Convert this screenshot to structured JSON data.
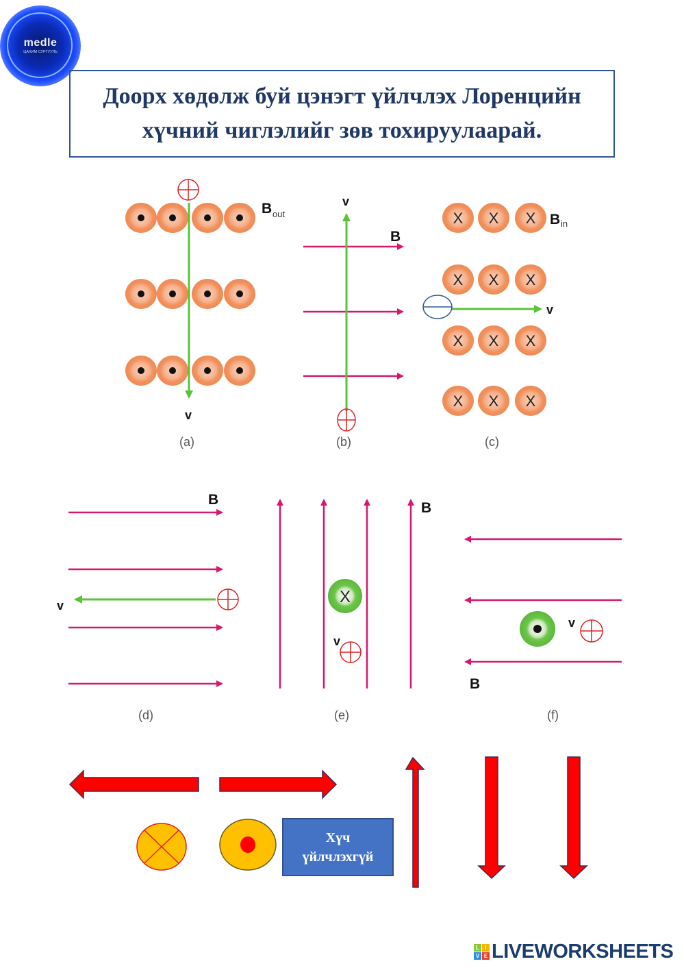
{
  "logo": {
    "name": "medle",
    "subtitle": "ЦАХИМ СУРГУУЛЬ"
  },
  "title": {
    "line1": "Доорх хөдөлж буй цэнэгт үйлчлэх Лоренцийн",
    "line2": "хүчний чиглэлийг зөв тохируулаарай."
  },
  "colors": {
    "field_line": "#d6176e",
    "velocity": "#5cc13a",
    "field_dot_ring": "#f2925e",
    "positive_charge": "#e02020",
    "negative_charge": "#2f5597",
    "answer_arrow": "#ff0000",
    "answer_circle": "#ffc000",
    "answer_box": "#4472c4",
    "title": "#1f3864"
  },
  "diagrams": [
    {
      "id": "a",
      "caption": "(a)",
      "field_label": "B",
      "field_sub": "out",
      "velocity_label": "v",
      "charge": "positive",
      "field_direction": "out-of-page",
      "velocity_direction": "down"
    },
    {
      "id": "b",
      "caption": "(b)",
      "field_label": "B",
      "velocity_label": "v",
      "charge": "positive",
      "field_direction": "right",
      "velocity_direction": "up"
    },
    {
      "id": "c",
      "caption": "(c)",
      "field_label": "B",
      "field_sub": "in",
      "velocity_label": "v",
      "charge": "negative",
      "field_direction": "into-page",
      "velocity_direction": "right"
    },
    {
      "id": "d",
      "caption": "(d)",
      "field_label": "B",
      "velocity_label": "v",
      "charge": "positive",
      "field_direction": "right",
      "velocity_direction": "left"
    },
    {
      "id": "e",
      "caption": "(e)",
      "field_label": "B",
      "velocity_label": "v",
      "charge": "positive",
      "field_direction": "up",
      "velocity_direction": "into-page"
    },
    {
      "id": "f",
      "caption": "(f)",
      "field_label": "B",
      "velocity_label": "v",
      "charge": "positive",
      "field_direction": "left",
      "velocity_direction": "out-of-page"
    }
  ],
  "symbols": {
    "cross": "X",
    "plus": "+",
    "minus": "−"
  },
  "answers": [
    {
      "id": "left-arrow",
      "direction": "left"
    },
    {
      "id": "right-arrow",
      "direction": "right"
    },
    {
      "id": "into-page",
      "direction": "into-page"
    },
    {
      "id": "out-of-page",
      "direction": "out-of-page"
    },
    {
      "id": "no-force",
      "line1": "Хүч",
      "line2": "үйлчлэхгүй"
    },
    {
      "id": "up-arrow",
      "direction": "up"
    },
    {
      "id": "down-arrow-1",
      "direction": "down"
    },
    {
      "id": "down-arrow-2",
      "direction": "down"
    }
  ],
  "footer": {
    "brand": "LIVEWORKSHEETS",
    "blocks": [
      "L",
      "I",
      "V",
      "E"
    ]
  }
}
